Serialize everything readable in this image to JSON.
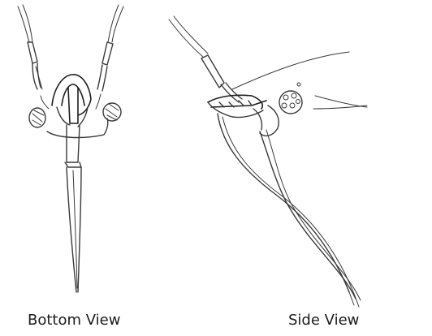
{
  "figure": {
    "panels": [
      {
        "caption": "Bottom View",
        "subject": "bottom-view-drawing"
      },
      {
        "caption": "Side View",
        "subject": "side-view-drawing"
      }
    ],
    "colors": {
      "background": "#ffffff",
      "ink": "#3a3a3a",
      "caption_text": "#1b1b1b"
    }
  }
}
